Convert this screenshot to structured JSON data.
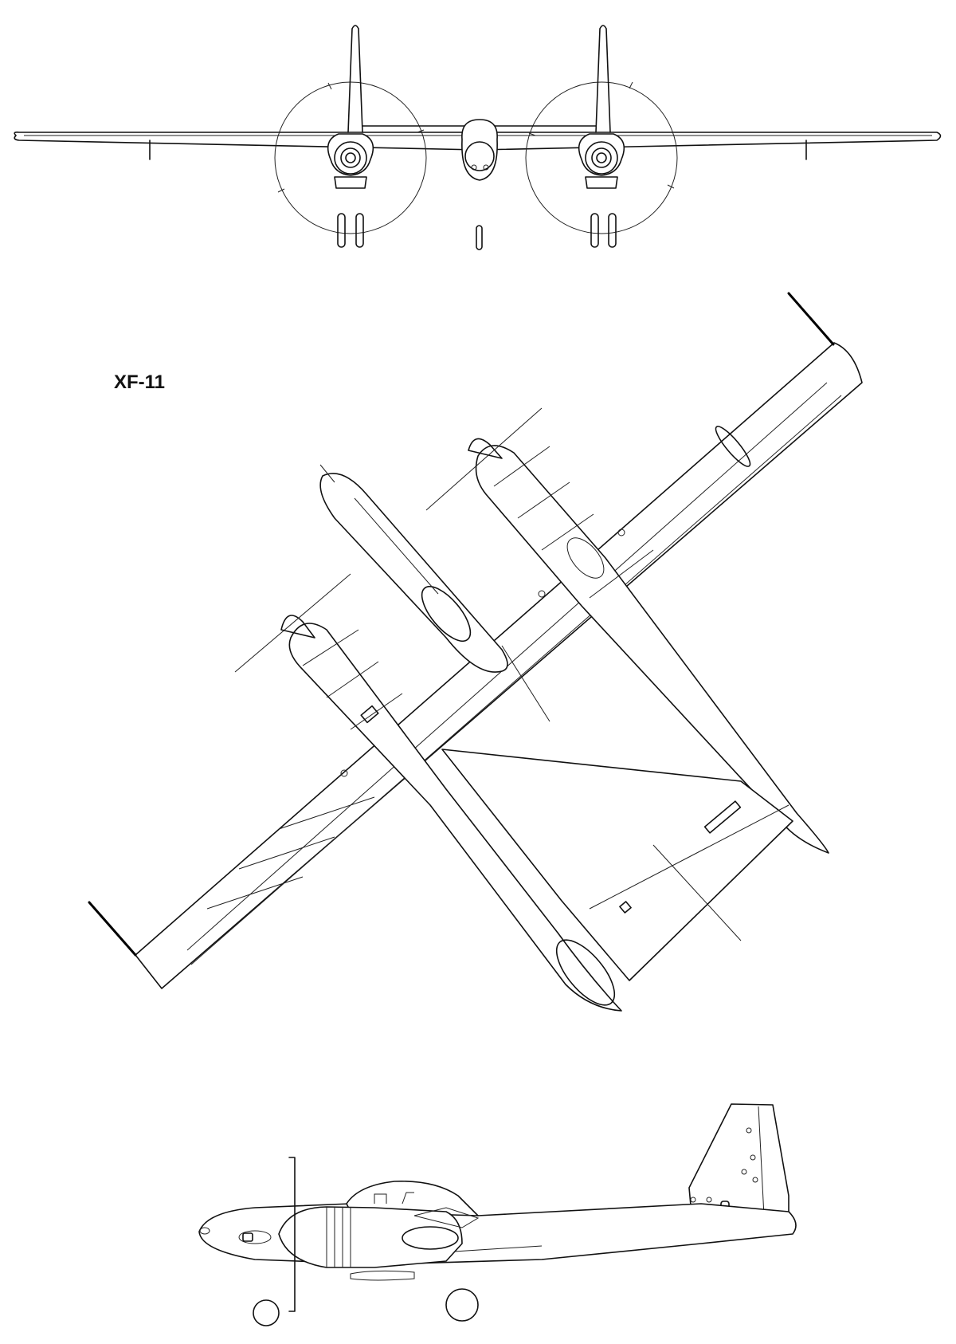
{
  "diagram": {
    "title": "XF-11",
    "views": [
      "front-view",
      "top-view",
      "side-view"
    ]
  }
}
